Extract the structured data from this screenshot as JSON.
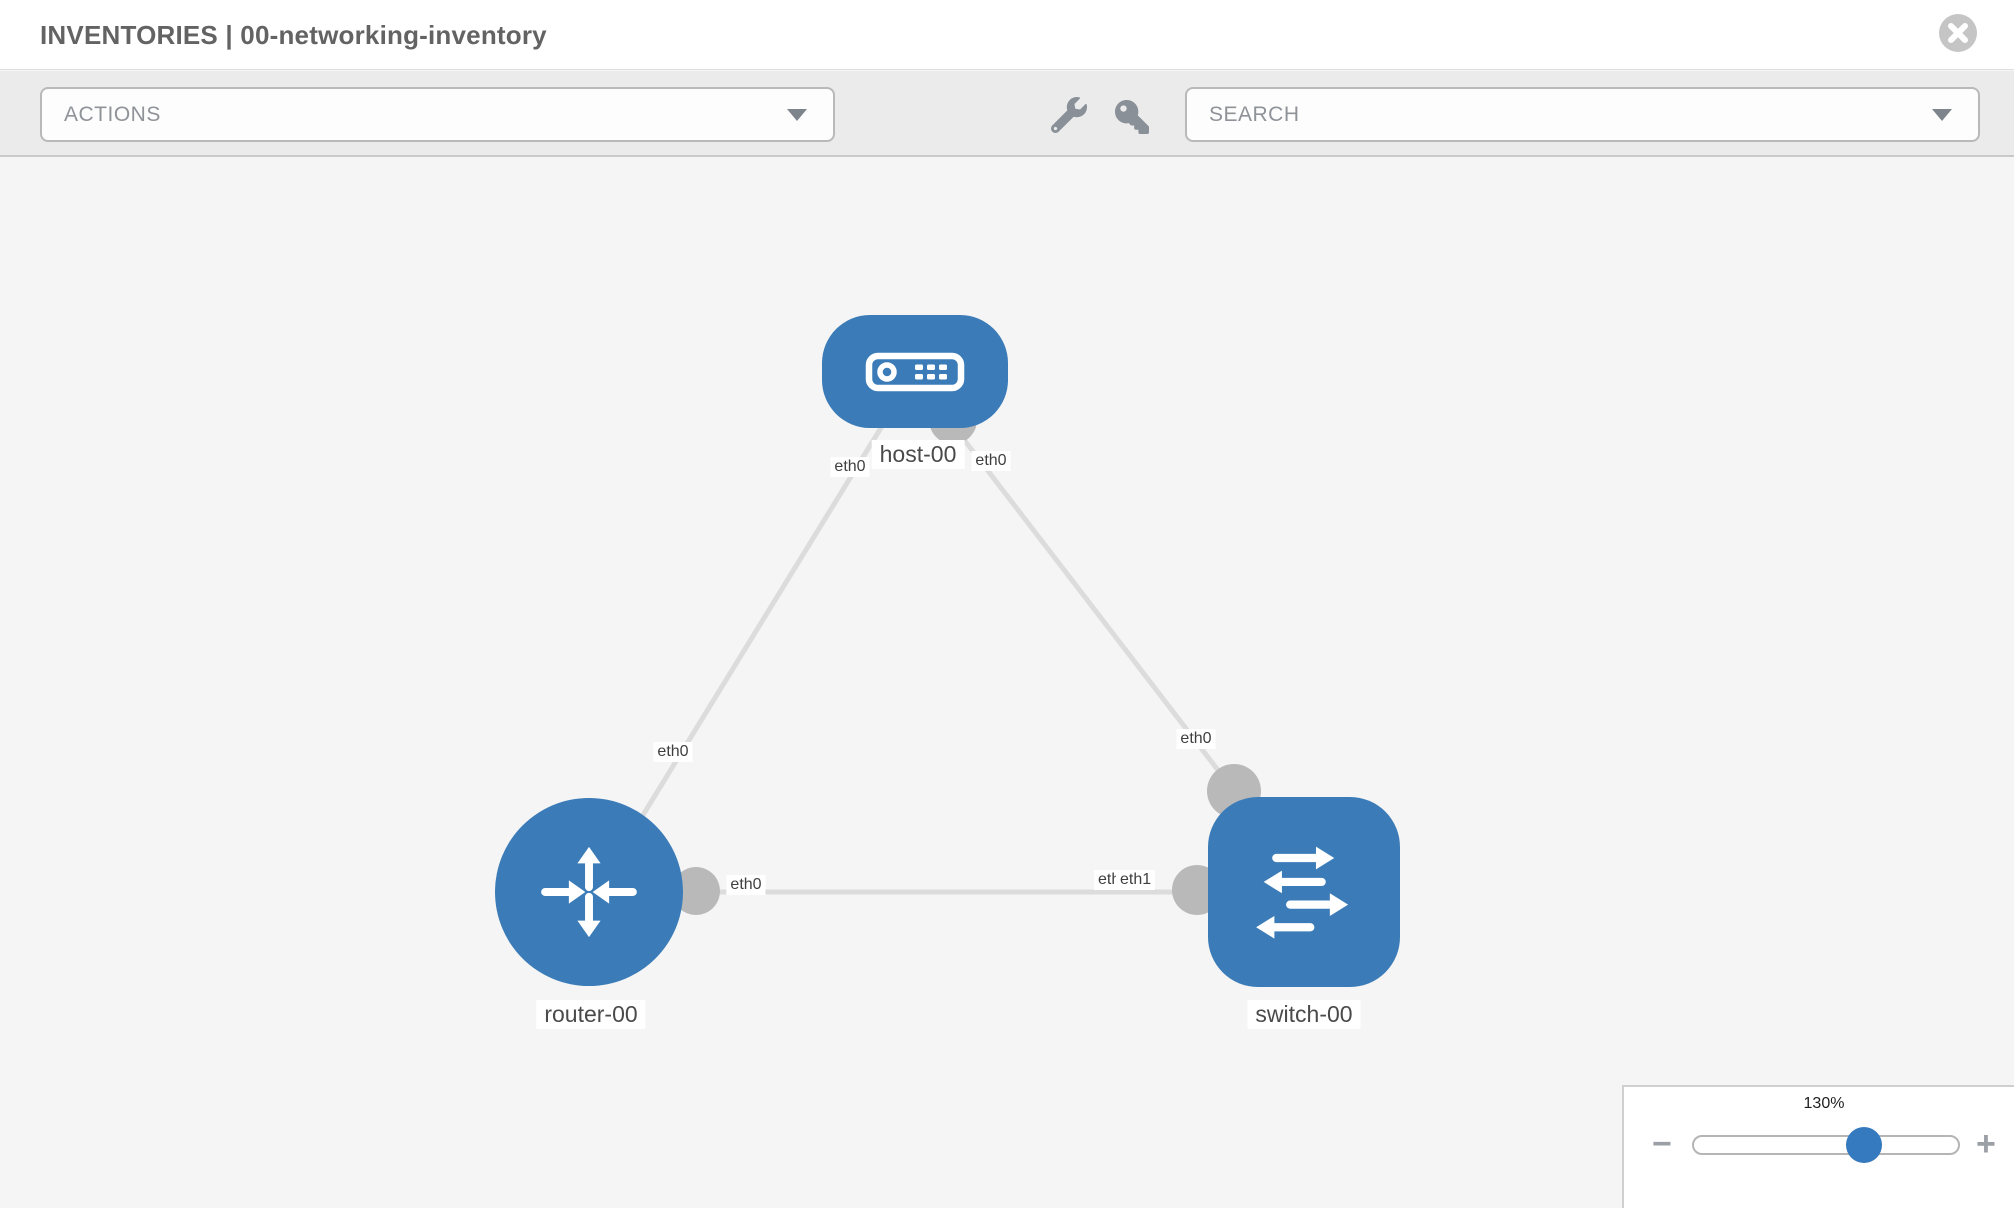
{
  "header": {
    "title": "INVENTORIES | 00-networking-inventory"
  },
  "toolbar": {
    "actions_label": "ACTIONS",
    "search_label": "SEARCH"
  },
  "topology": {
    "nodes": [
      {
        "id": "host-00",
        "type": "host",
        "label": "host-00"
      },
      {
        "id": "router-00",
        "type": "router",
        "label": "router-00"
      },
      {
        "id": "switch-00",
        "type": "switch",
        "label": "switch-00"
      }
    ],
    "links": [
      {
        "from": "host-00",
        "from_interface": "eth0",
        "to": "router-00",
        "to_interface": "eth0"
      },
      {
        "from": "host-00",
        "from_interface": "eth0",
        "to": "switch-00",
        "to_interface": "eth0"
      },
      {
        "from": "router-00",
        "from_interface": "eth0",
        "to": "switch-00",
        "to_interface": "eth1"
      }
    ],
    "if_labels": {
      "host_to_router": "eth0",
      "host_to_switch": "eth0",
      "router_to_host": "eth0",
      "switch_to_host": "eth0",
      "router_to_switch": "eth0",
      "switch_hidden": "eth0",
      "switch_to_router": "eth1"
    }
  },
  "zoom_control": {
    "level": "130%",
    "minus_label": "−",
    "plus_label": "+"
  },
  "colors": {
    "node_blue": "#3b7cb8",
    "link_gray": "#dcdcdc",
    "port_dot_gray": "#b9b9b9",
    "canvas_bg": "#f5f5f5",
    "toolbar_bg": "#ebebeb",
    "slider_handle_blue": "#3579be"
  }
}
